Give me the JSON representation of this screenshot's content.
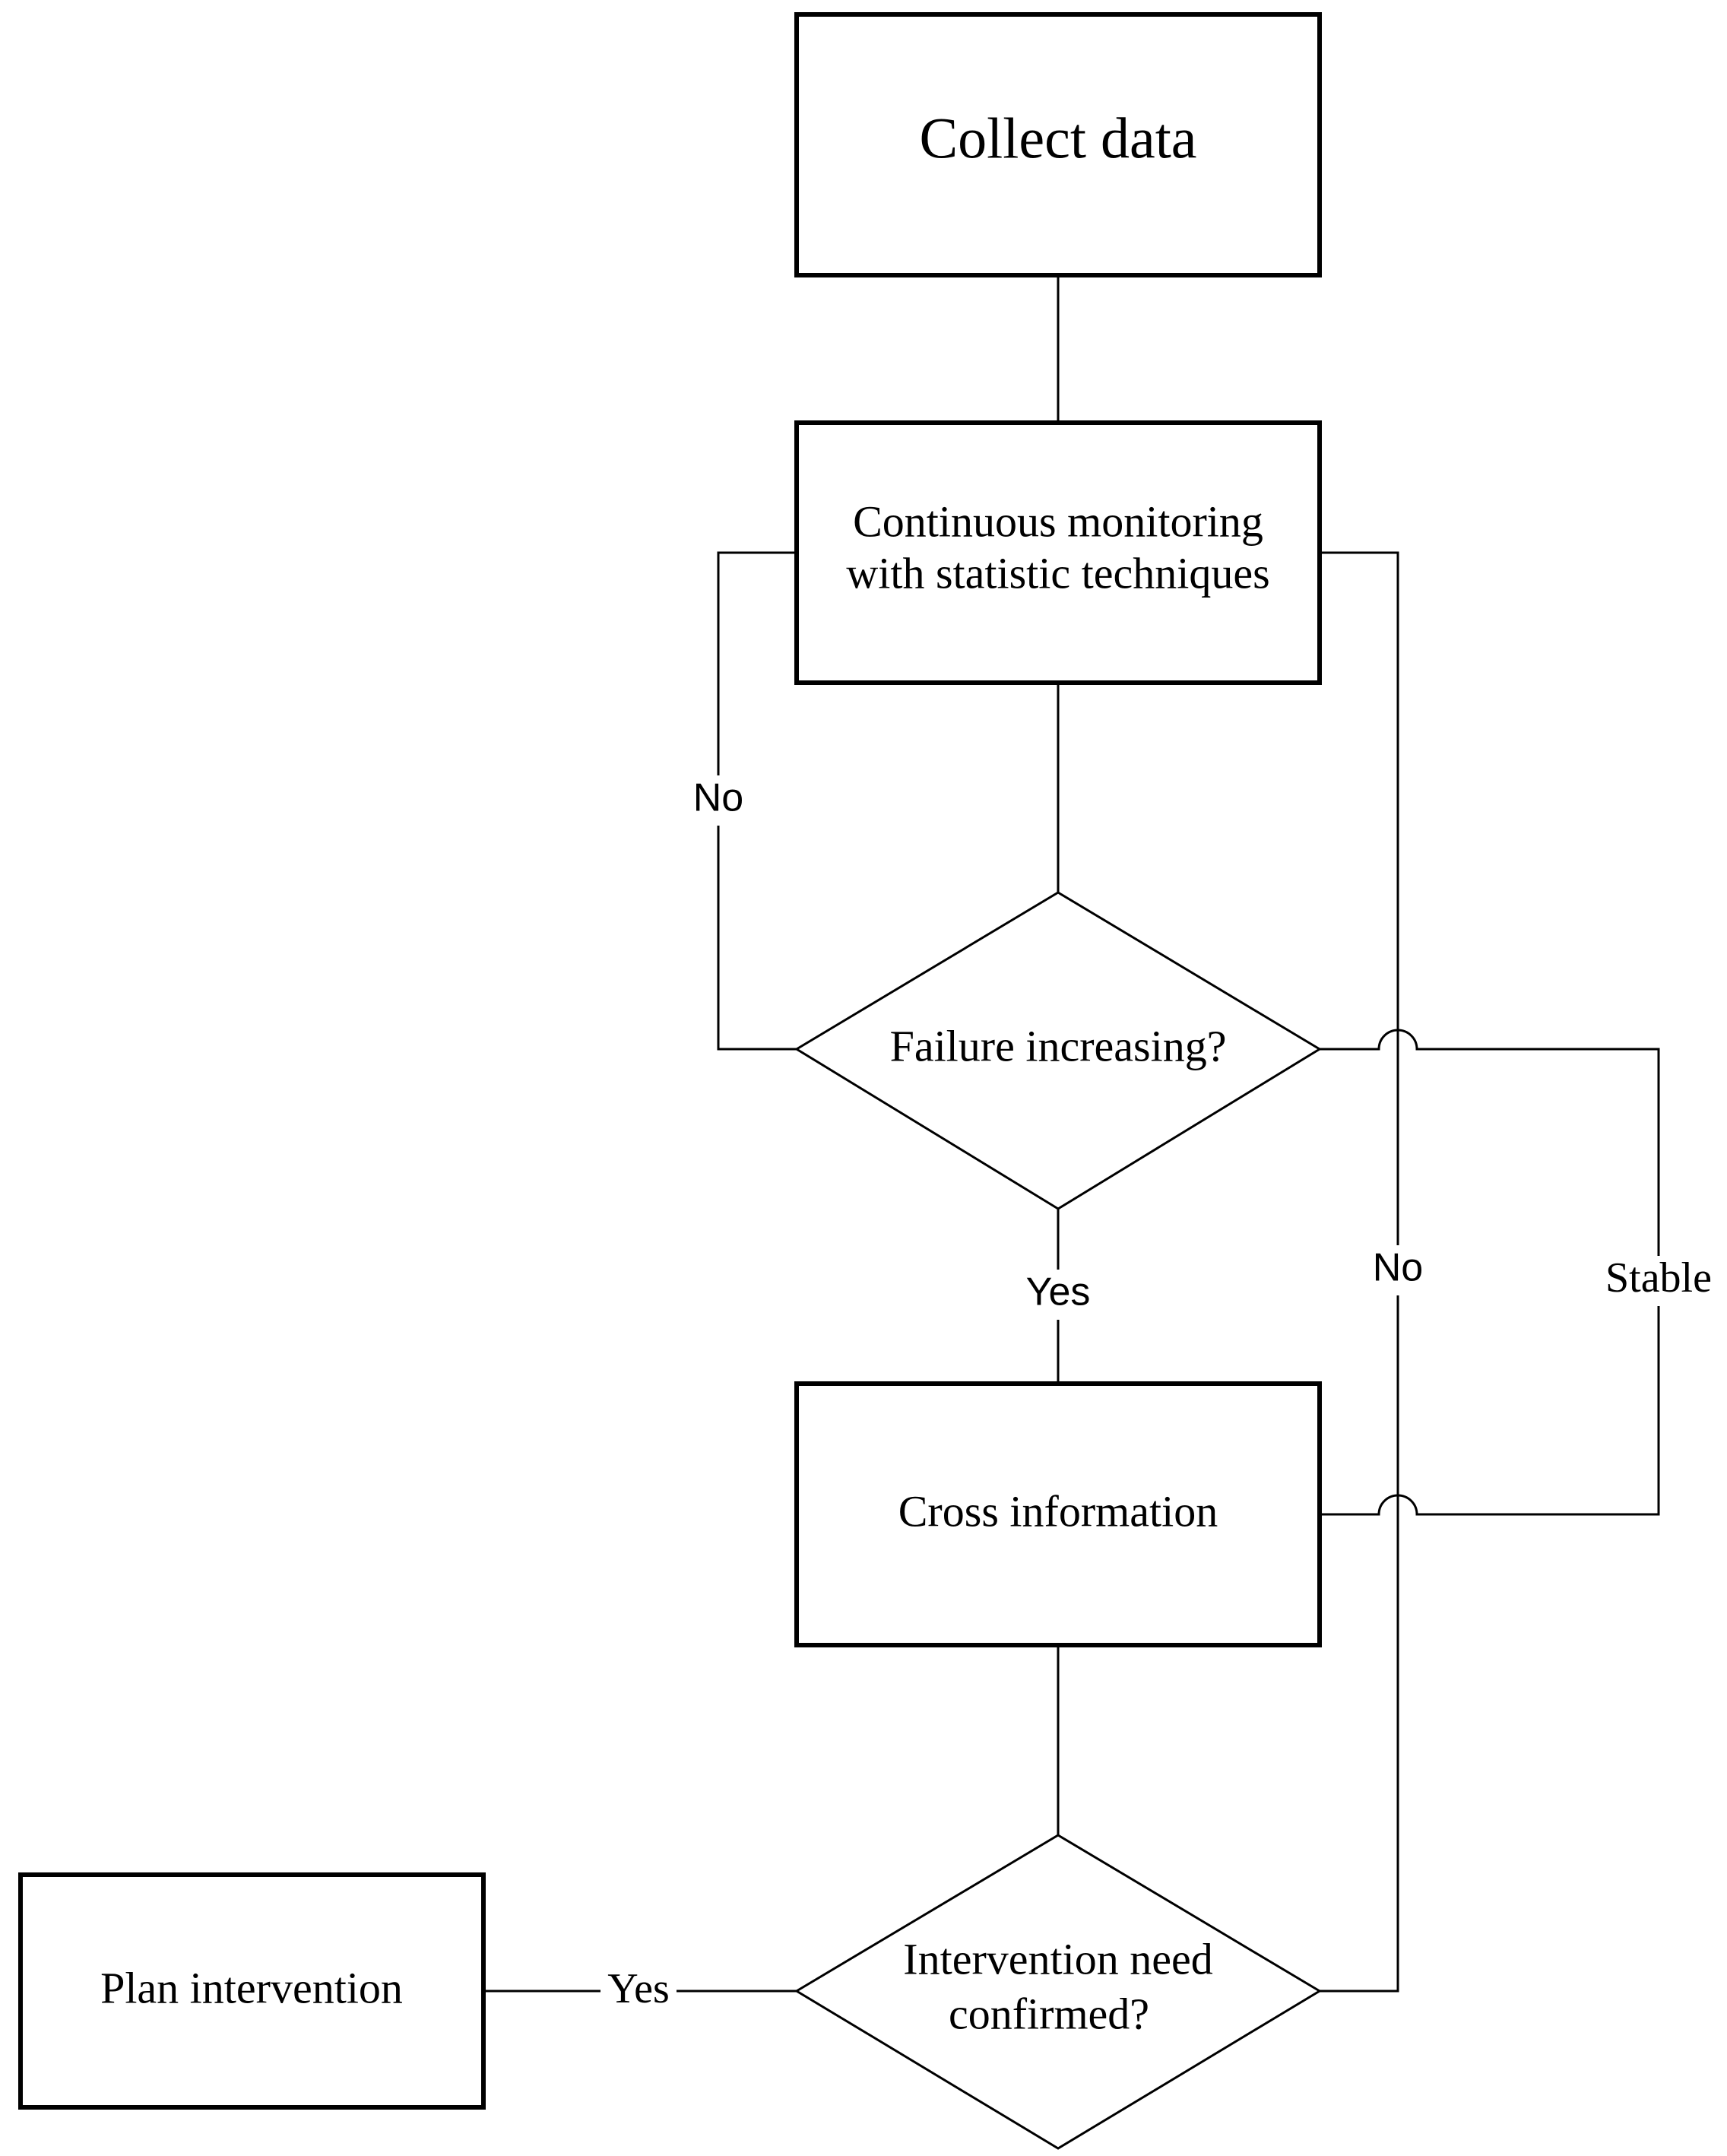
{
  "nodes": {
    "collect": {
      "label": "Collect data"
    },
    "monitor": {
      "line1": "Continuous monitoring",
      "line2": "with statistic techniques"
    },
    "failure": {
      "label": "Failure increasing?"
    },
    "cross": {
      "label": "Cross information"
    },
    "confirm": {
      "line1": "Intervention need",
      "line2": "confirmed?"
    },
    "plan": {
      "label": "Plan intervention"
    }
  },
  "edges": {
    "failure_no": "No",
    "failure_yes": "Yes",
    "failure_stable": "Stable",
    "confirm_no": "No",
    "confirm_yes": "Yes"
  }
}
